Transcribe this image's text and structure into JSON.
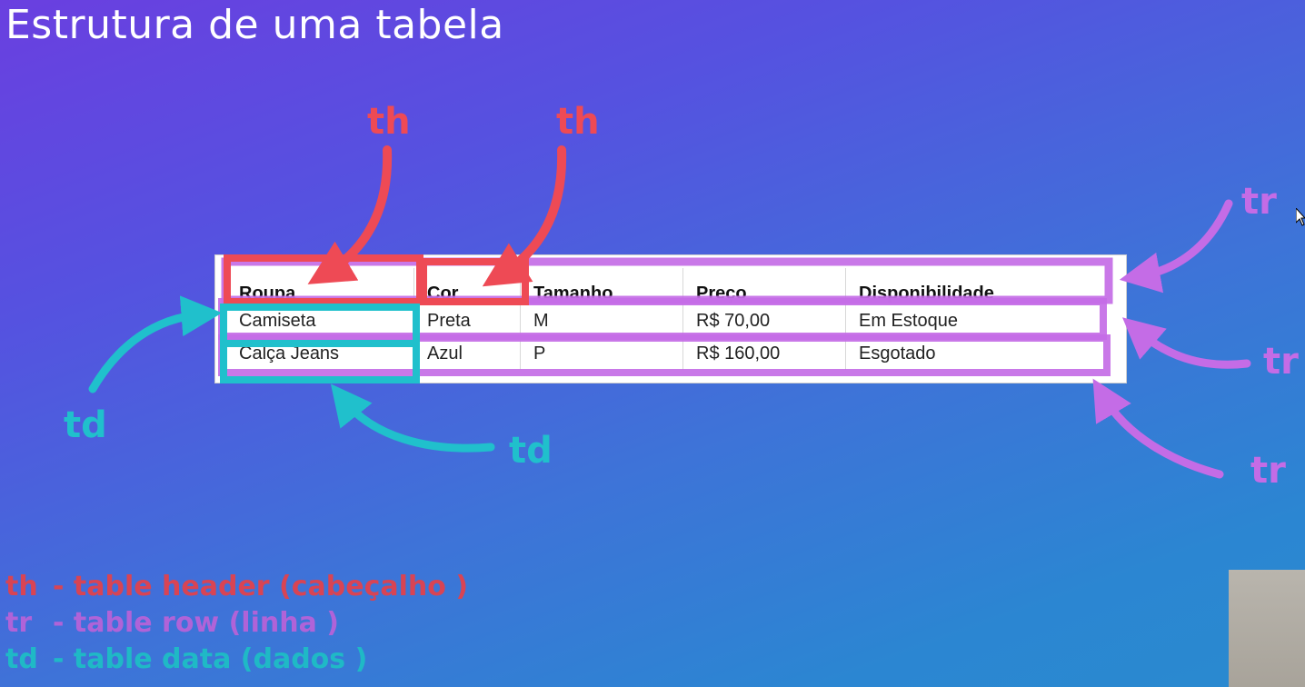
{
  "title": "Estrutura de uma tabela",
  "annotations": {
    "th_1": "th",
    "th_2": "th",
    "tr_1": "tr",
    "tr_2": "tr",
    "tr_3": "tr",
    "td_1": "td",
    "td_2": "td"
  },
  "table": {
    "headers": [
      "Roupa",
      "Cor",
      "Tamanho",
      "Preço",
      "Disponibilidade"
    ],
    "rows": [
      [
        "Camiseta",
        "Preta",
        "M",
        "R$ 70,00",
        "Em Estoque"
      ],
      [
        "Calça Jeans",
        "Azul",
        "P",
        "R$ 160,00",
        "Esgotado"
      ]
    ]
  },
  "legend": [
    {
      "abbr": "th",
      "text": "- table header (cabeçalho )"
    },
    {
      "abbr": "tr",
      "text": "- table row (linha )"
    },
    {
      "abbr": "td",
      "text": "- table data (dados )"
    }
  ],
  "colors": {
    "th": "#ee4a55",
    "tr": "#c46ce6",
    "td": "#20c0cc"
  }
}
